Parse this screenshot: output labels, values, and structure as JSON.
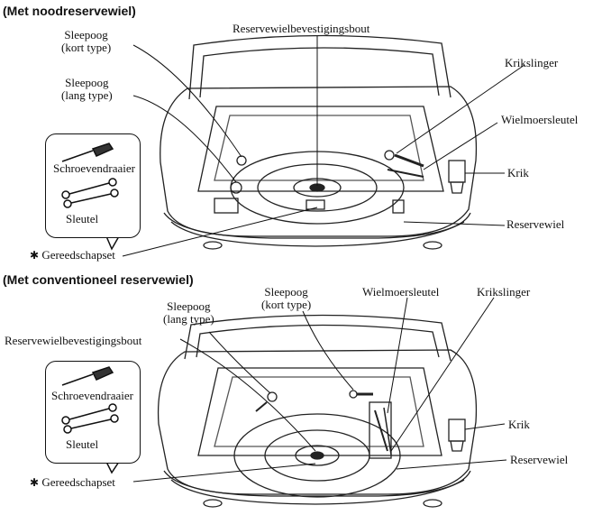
{
  "top": {
    "title": "(Met noodreservewiel)",
    "labels": {
      "bolt": "Reservewielbevestigingsbout",
      "tow_short_1": "Sleepoog",
      "tow_short_2": "(kort type)",
      "tow_long_1": "Sleepoog",
      "tow_long_2": "(lang type)",
      "crank": "Krikslinger",
      "wrench": "Wielmoersleutel",
      "jack": "Krik",
      "spare": "Reservewiel",
      "screwdriver": "Schroevendraaier",
      "key": "Sleutel",
      "toolset": "Gereedschapset",
      "star": "✱"
    }
  },
  "bottom": {
    "title": "(Met conventioneel reservewiel)",
    "labels": {
      "tow_long_1": "Sleepoog",
      "tow_long_2": "(lang type)",
      "tow_short_1": "Sleepoog",
      "tow_short_2": "(kort type)",
      "wrench": "Wielmoersleutel",
      "crank": "Krikslinger",
      "bolt": "Reservewielbevestigingsbout",
      "screwdriver": "Schroevendraaier",
      "key": "Sleutel",
      "jack": "Krik",
      "spare": "Reservewiel",
      "toolset": "Gereedschapset",
      "star": "✱"
    }
  }
}
